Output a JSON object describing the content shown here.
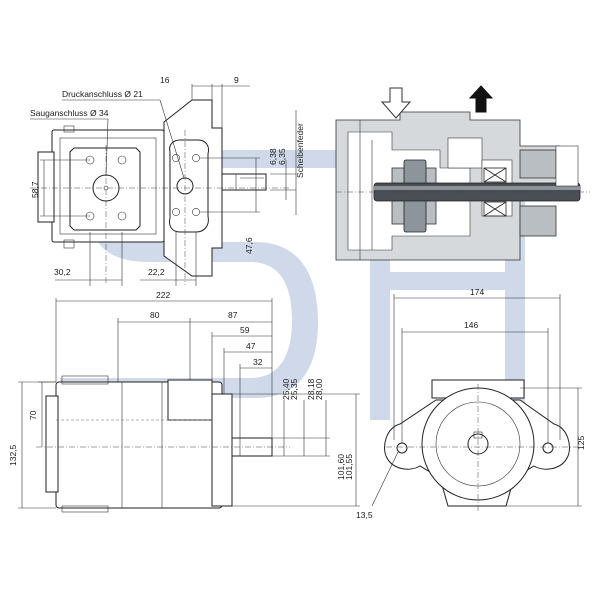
{
  "drawing": {
    "labels": {
      "pressure_port": "Druckanschluss Ø 21",
      "suction_port": "Sauganschluss Ø 34",
      "key": "Scheibenfeder"
    },
    "dims_top": {
      "d16": "16",
      "d9": "9",
      "d58_7": "58,7",
      "d30_2": "30,2",
      "d22_2": "22,2",
      "d47_6": "47,6",
      "d6_38": "6,38",
      "d6_35": "6,35"
    },
    "dims_side": {
      "d222": "222",
      "d80": "80",
      "d87": "87",
      "d59": "59",
      "d47": "47",
      "d32": "32",
      "d70": "70",
      "d132_5": "132,5",
      "d25_40": "25,40",
      "d25_35": "25,35",
      "d28_18": "28,18",
      "d28_00": "28,00",
      "d101_60": "101,60",
      "d101_55": "101,55"
    },
    "dims_front": {
      "d174": "174",
      "d146": "146",
      "d125": "125",
      "d13_5": "13,5"
    },
    "section": {
      "suction_arrow": "hollow-down-arrow",
      "pressure_arrow": "solid-up-arrow"
    }
  },
  "watermark": {
    "letters": "SH",
    "color": "#9bb0d2"
  },
  "colors": {
    "line": "#222222",
    "section_fill": "#d6d9dc",
    "shaft": "#4a4f55"
  }
}
